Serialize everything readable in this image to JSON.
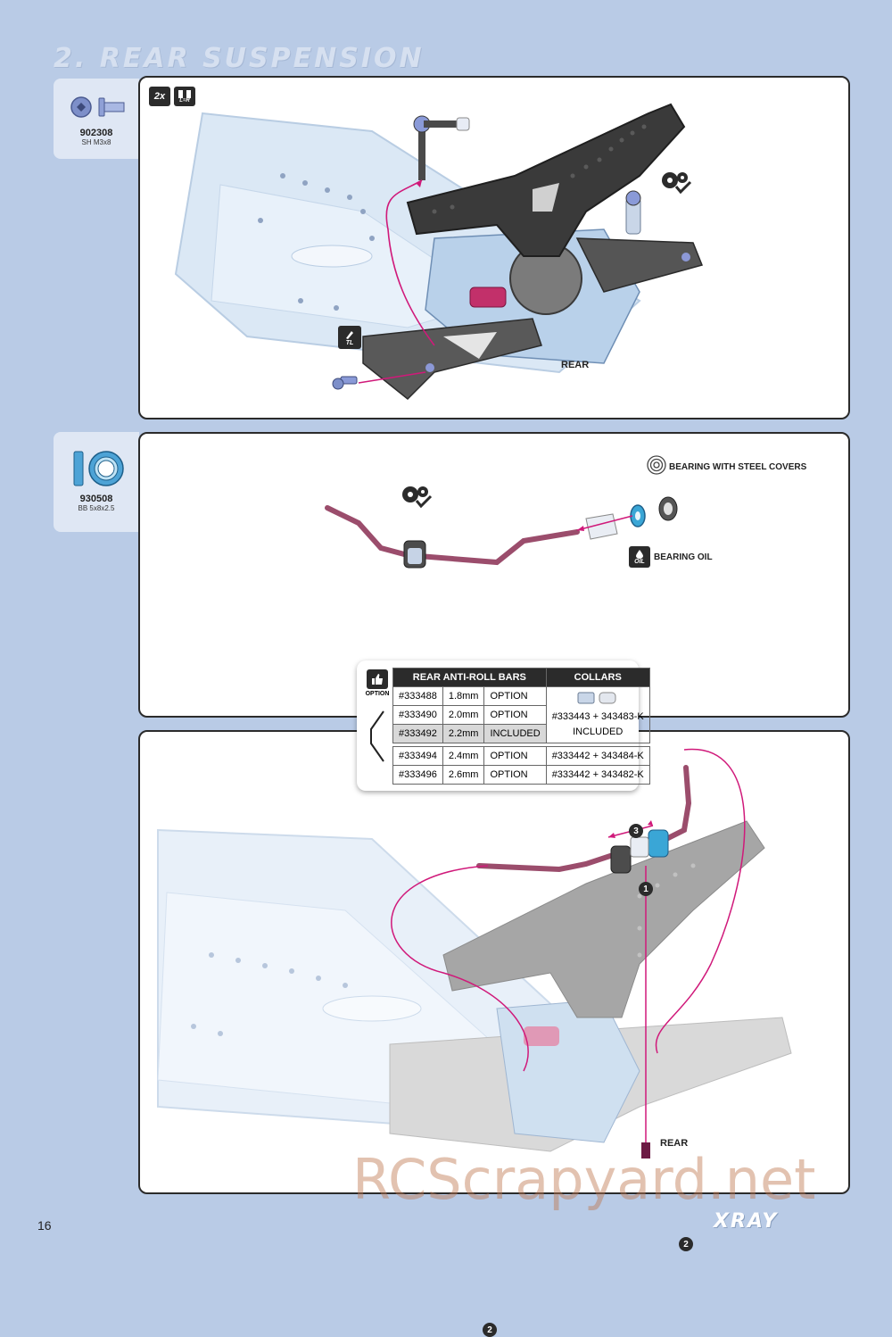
{
  "header": {
    "section_title": "2. REAR SUSPENSION"
  },
  "parts": [
    {
      "code": "902308",
      "desc": "SH M3x8"
    },
    {
      "code": "930508",
      "desc": "BB 5x8x2.5"
    }
  ],
  "step1": {
    "badge_qty": "2x",
    "badge_lr": "L=R",
    "tl_label": "TL",
    "rear_label": "REAR"
  },
  "step2": {
    "bearing_label": "BEARING WITH STEEL COVERS",
    "oil_badge": "OIL",
    "oil_label": "BEARING OIL"
  },
  "table": {
    "option_label": "OPTION",
    "header_bars": "REAR ANTI-ROLL BARS",
    "header_collars": "COLLARS",
    "rows": [
      {
        "part": "#333488",
        "size": "1.8mm",
        "status": "OPTION"
      },
      {
        "part": "#333490",
        "size": "2.0mm",
        "status": "OPTION"
      },
      {
        "part": "#333492",
        "size": "2.2mm",
        "status": "INCLUDED"
      },
      {
        "part": "#333494",
        "size": "2.4mm",
        "status": "OPTION"
      },
      {
        "part": "#333496",
        "size": "2.6mm",
        "status": "OPTION"
      }
    ],
    "collars": [
      "#333443 + 343483-K",
      "INCLUDED",
      "#333442 + 343484-K",
      "#333442 + 343482-K"
    ]
  },
  "step3": {
    "callouts": [
      "1",
      "2",
      "2",
      "3"
    ],
    "rear_label": "REAR"
  },
  "footer": {
    "page_number": "16",
    "brand": "XRAY",
    "watermark": "RCScrapyard.net"
  },
  "colors": {
    "background": "#b9cbe6",
    "accent_magenta": "#d0197a",
    "antiroll_bar": "#9b4d6c",
    "chassis_blue": "#cfe0f2",
    "carbon": "#3a3a3a"
  }
}
